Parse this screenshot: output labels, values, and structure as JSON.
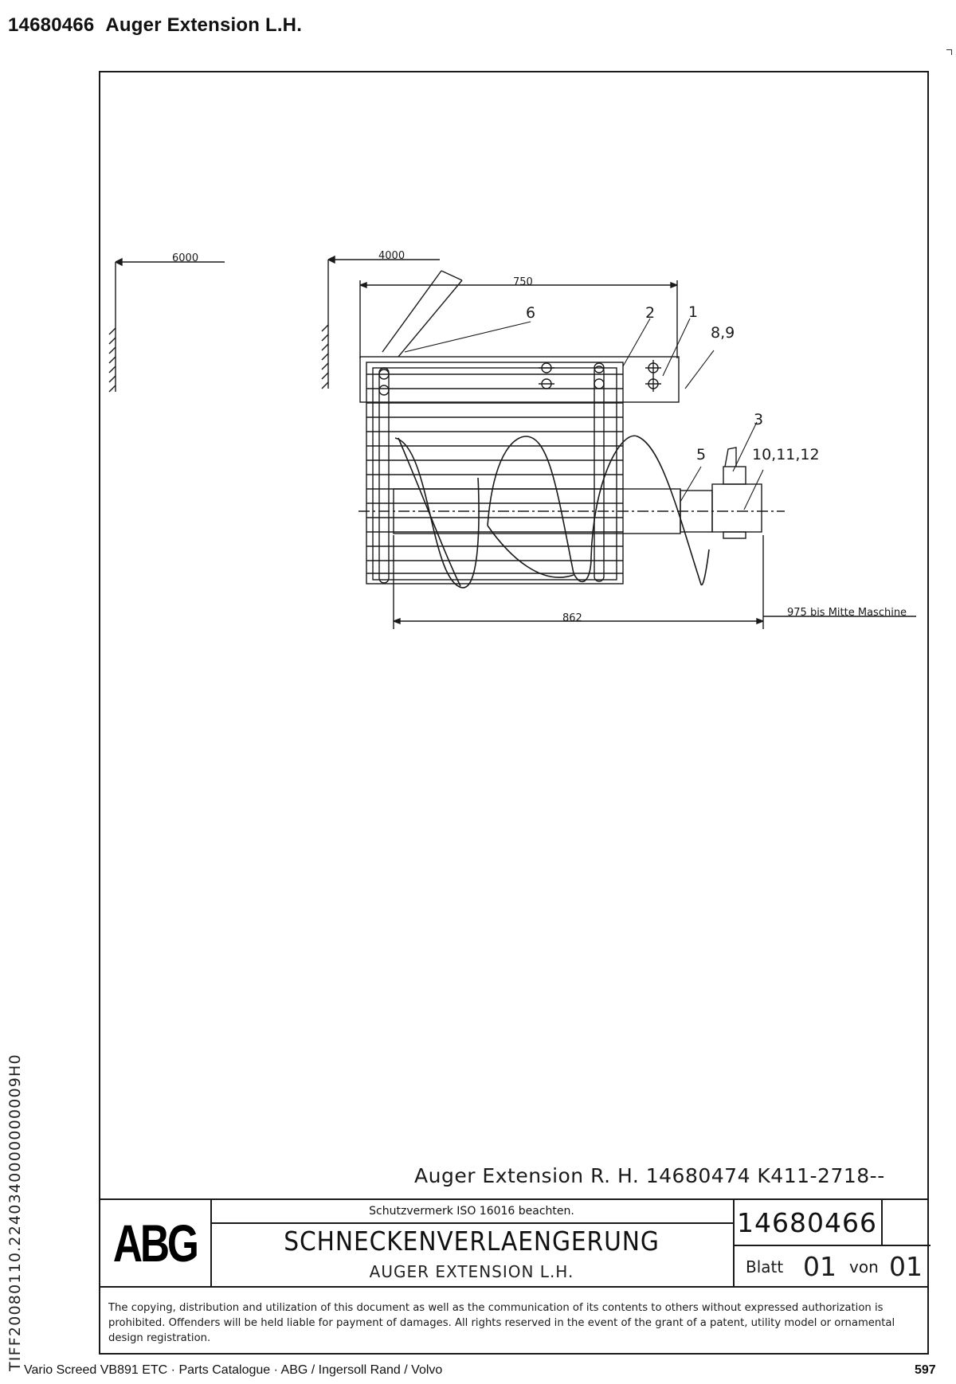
{
  "header": {
    "part_number": "14680466",
    "title": "Auger Extension L.H."
  },
  "drawing": {
    "dimensions": {
      "d6000": "6000",
      "d4000": "4000",
      "d750": "750",
      "d862": "862",
      "d975": "975 bis Mitte Maschine"
    },
    "callouts": {
      "c1": "1",
      "c2": "2",
      "c3": "3",
      "c5": "5",
      "c6": "6",
      "c89": "8,9",
      "c101112": "10,11,12"
    },
    "reference_note": "Auger Extension R. H. 14680474 K411-2718--"
  },
  "title_block": {
    "logo": "ABG",
    "notice": "Schutzvermerk ISO 16016 beachten.",
    "name_german": "SCHNECKENVERLAENGERUNG",
    "name_english": "AUGER EXTENSION L.H.",
    "drawing_number": "14680466",
    "sheet_label": "Blatt",
    "sheet_number": "01",
    "of_label": "von",
    "sheet_total": "01"
  },
  "copyright_text": "The copying, distribution and utilization of this document as well as the communication of its contents to others without expressed authorization is prohibited. Offenders will be held liable for payment of damages. All rights reserved in the event of the grant of a patent, utility model or ornamental design registration.",
  "side_code": "TIFF20080110.2240340000000009H0",
  "footer": {
    "left_text": "Vario Screed VB891 ETC  ·  Parts Catalogue  ·  ABG / Ingersoll Rand / Volvo",
    "page_number": "597"
  }
}
